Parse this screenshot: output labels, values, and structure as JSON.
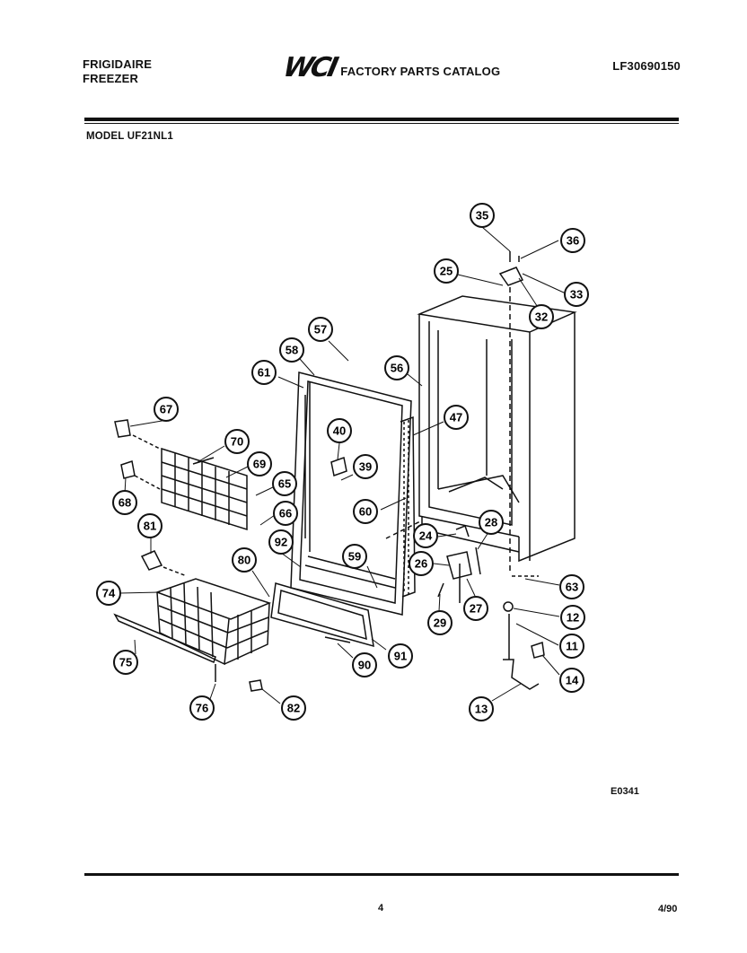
{
  "header": {
    "brand": "FRIGIDAIRE",
    "product": "FREEZER",
    "logo_text": "WCI",
    "catalog_title": "FACTORY PARTS CATALOG",
    "catalog_number": "LF30690150"
  },
  "model_line": "MODEL UF21NL1",
  "parts": [
    "35",
    "36",
    "25",
    "33",
    "32",
    "57",
    "58",
    "56",
    "61",
    "67",
    "40",
    "47",
    "70",
    "69",
    "39",
    "65",
    "60",
    "68",
    "66",
    "28",
    "24",
    "81",
    "92",
    "80",
    "59",
    "26",
    "63",
    "74",
    "12",
    "27",
    "29",
    "91",
    "11",
    "75",
    "90",
    "14",
    "76",
    "82",
    "13"
  ],
  "footer": {
    "ref_code": "E0341",
    "page_number": "4",
    "date_code": "4/90"
  }
}
